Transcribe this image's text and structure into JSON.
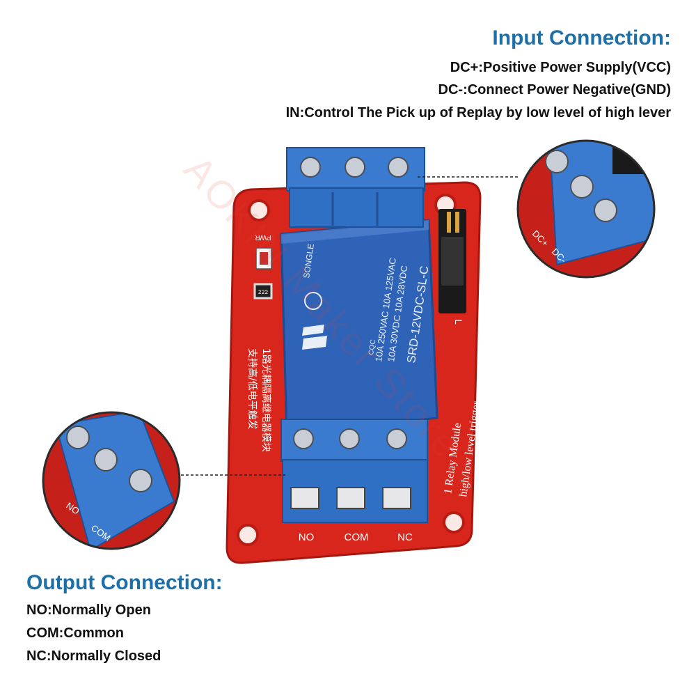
{
  "input": {
    "heading": "Input Connection:",
    "lines": [
      "DC+:Positive Power Supply(VCC)",
      "DC-:Connect Power Negative(GND)",
      "IN:Control The Pick up of Replay by low level of high lever"
    ]
  },
  "output": {
    "heading": "Output Connection:",
    "lines": [
      "NO:Normally Open",
      "COM:Common",
      "NC:Normally Closed"
    ]
  },
  "board": {
    "terminal_labels": [
      "NO",
      "COM",
      "NC"
    ],
    "silk_lines": [
      "1 Relay  Module",
      "high/low level trigger"
    ],
    "chinese_lines": [
      "1路光耦隔离继电器模块",
      "支持高/低电平触发"
    ],
    "indicator_label": "PWR",
    "resistor_code": "222",
    "jumper_label": "L",
    "relay": {
      "brand": "SONGLE",
      "model": "SRD-12VDC-SL-C",
      "ratings": [
        "10A 250VAC  10A 125VAC",
        "10A  30VDC  10A  28VDC"
      ],
      "cert": "CQC"
    },
    "colors": {
      "board": "#d9261c",
      "terminal": "#2f6fc4",
      "relay": "#2e63b8"
    }
  },
  "zoom_input": {
    "labels": [
      "DC+",
      "DC-"
    ]
  },
  "zoom_output": {
    "labels": [
      "NO",
      "COM"
    ]
  },
  "watermark": "AOKIN Maker Store"
}
